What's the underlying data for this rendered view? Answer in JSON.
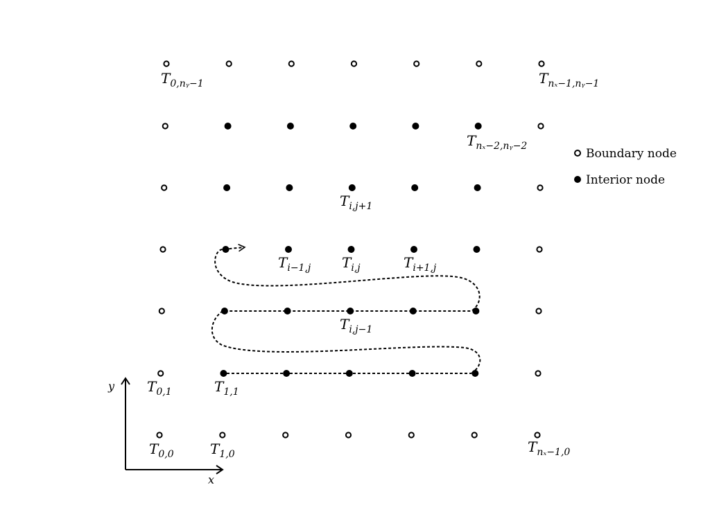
{
  "legend": {
    "boundary": "Boundary node",
    "interior": "Interior node"
  },
  "axes": {
    "x": "x",
    "y": "y"
  },
  "node_labels": {
    "t00": {
      "main": "T",
      "sub": "0,0"
    },
    "t10": {
      "main": "T",
      "sub": "1,0"
    },
    "tnx0": {
      "main": "T",
      "sub": "nₓ−1,0"
    },
    "t01": {
      "main": "T",
      "sub": "0,1"
    },
    "t11": {
      "main": "T",
      "sub": "1,1"
    },
    "tijm1": {
      "main": "T",
      "sub": "i,j−1"
    },
    "tim1j": {
      "main": "T",
      "sub": "i−1,j"
    },
    "tij": {
      "main": "T",
      "sub": "i,j"
    },
    "tip1j": {
      "main": "T",
      "sub": "i+1,j"
    },
    "tijp1": {
      "main": "T",
      "sub": "i,j+1"
    },
    "t0ny": {
      "main": "T",
      "sub": "0,nᵧ−1"
    },
    "tnxny": {
      "main": "T",
      "sub": "nₓ−1,nᵧ−1"
    },
    "tnx2ny2": {
      "main": "T",
      "sub": "nₓ−2,nᵧ−2"
    }
  }
}
